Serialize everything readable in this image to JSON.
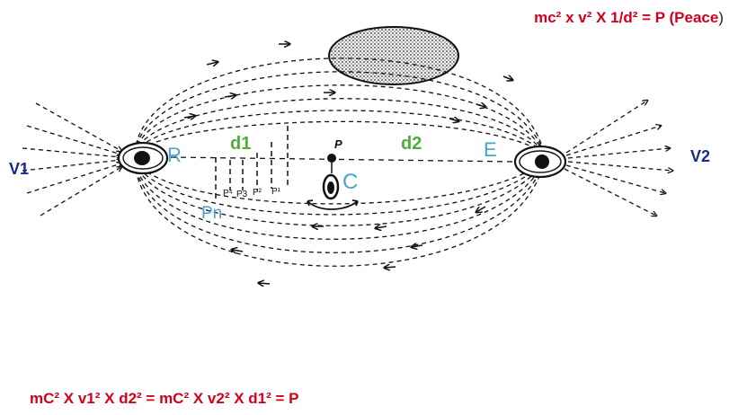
{
  "equations": {
    "top": {
      "main": "mc² x v² X 1/d² = P (Peace",
      "paren": ")"
    },
    "bottom": "mC² X v1² X d2²  = mC²  X v2²  X d1²  = P"
  },
  "labels": {
    "v1": "V1",
    "v2": "V2",
    "r": "R",
    "e": "E",
    "d1": "d1",
    "d2": "d2",
    "c": "C",
    "p": "P",
    "pn": "Pn",
    "p1": "P¹",
    "p2": "P²",
    "p3": "P3",
    "p4": "P⁴"
  },
  "colors": {
    "equation": "#d0021b",
    "v_labels": "#1a2a8a",
    "re_c_labels": "#4aa3c8",
    "d_labels": "#4caf3a",
    "lines": "#111111",
    "blob_fill": "#d9d9d9"
  }
}
